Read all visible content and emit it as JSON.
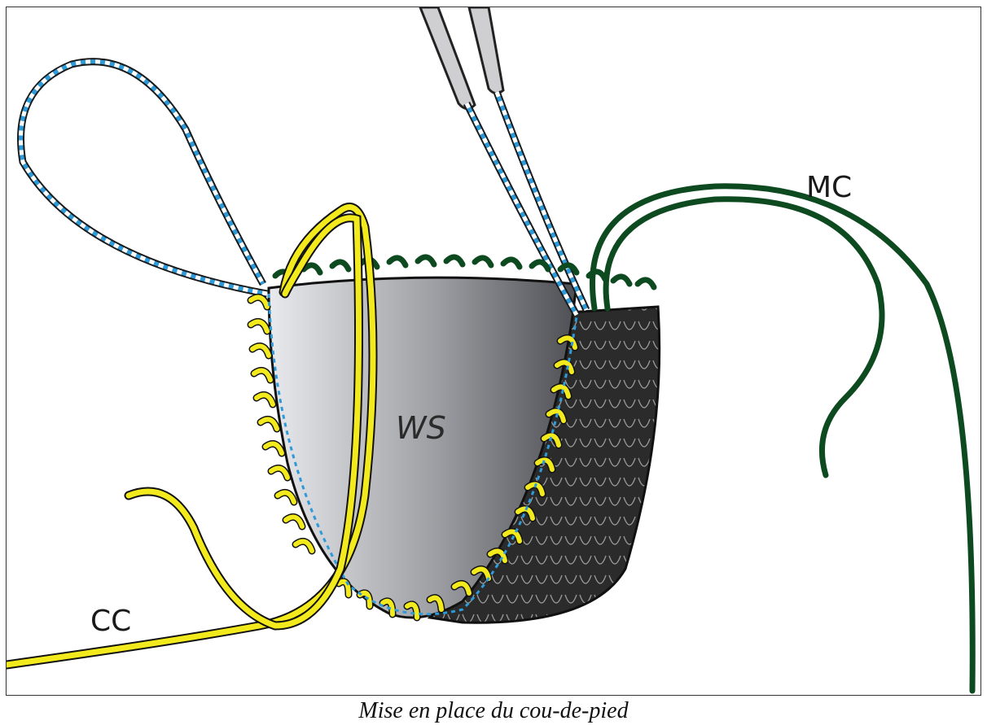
{
  "figure": {
    "labels": {
      "mc": "MC",
      "cc": "CC",
      "ws": "WS"
    },
    "colors": {
      "yellow_thread": "#f2ea1c",
      "green_thread": "#0e4a20",
      "blue_lace": "#2f9ad8",
      "ws_gray": "#8e8f95",
      "knit_dark": "#2b2b2b"
    }
  },
  "caption": "Mise en place du cou-de-pied"
}
